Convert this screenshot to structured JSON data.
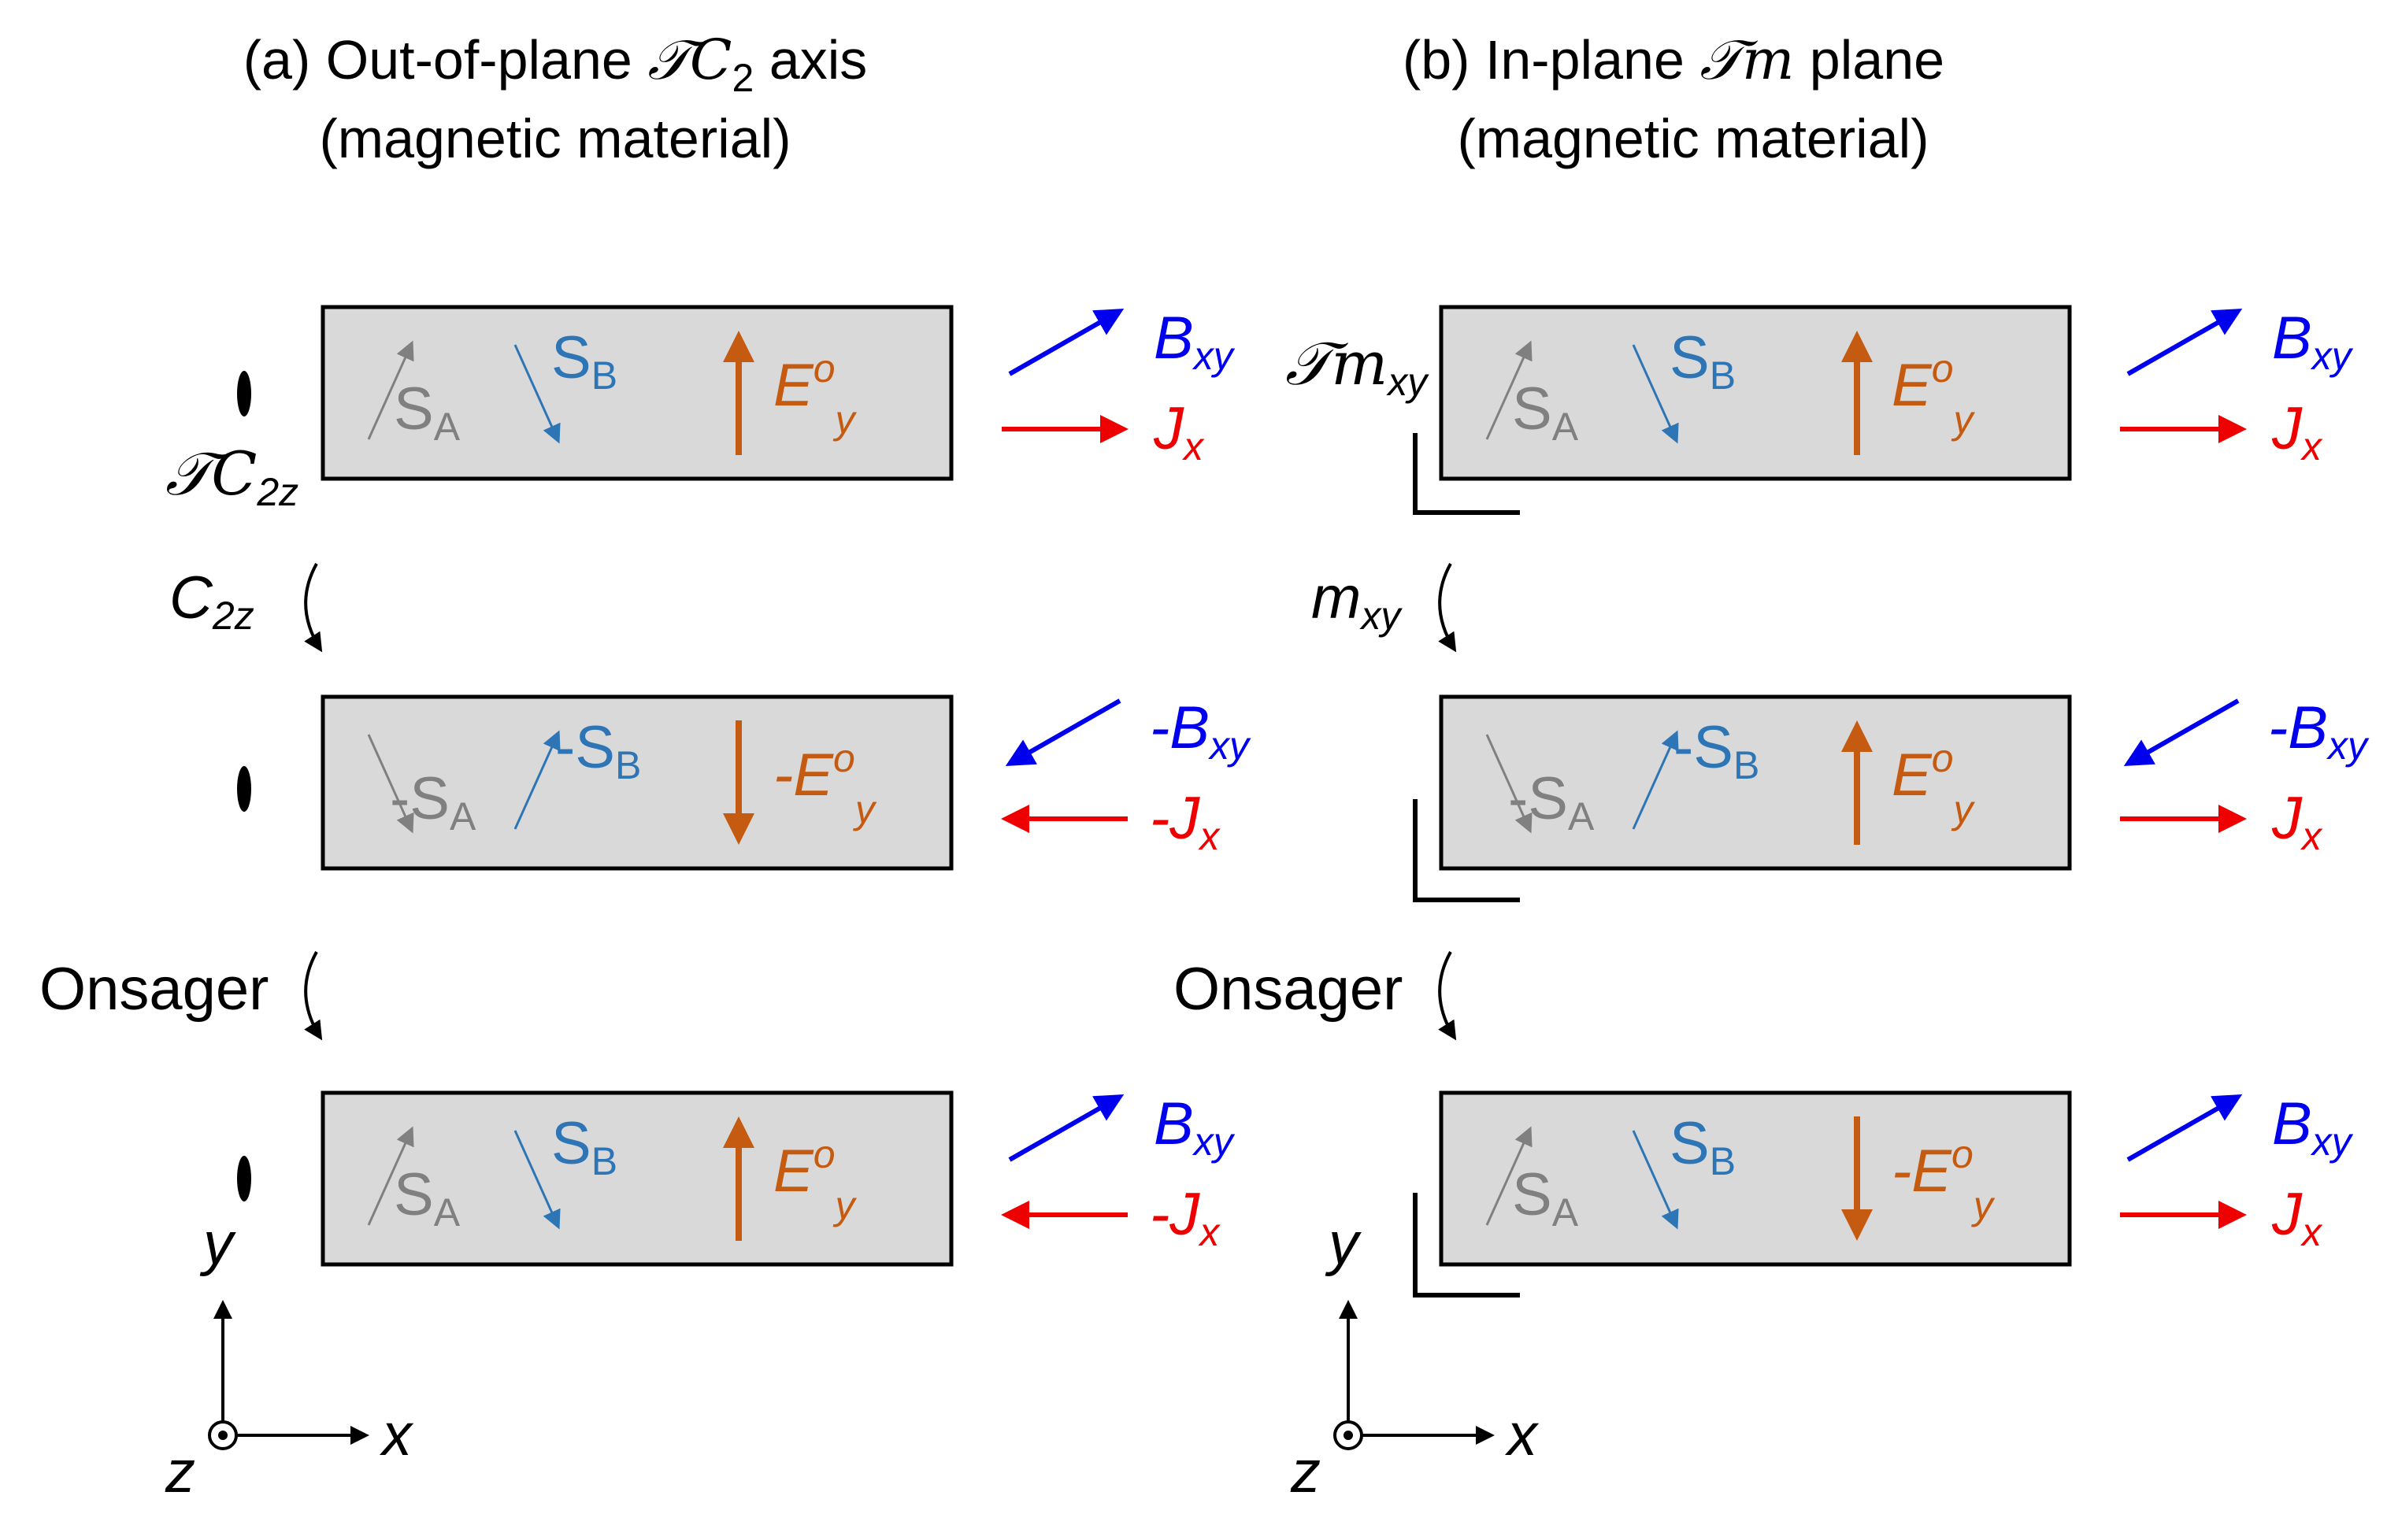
{
  "colors": {
    "box_fill": "#d9d9d9",
    "box_stroke": "#000000",
    "spin_a": "#808080",
    "spin_b": "#2e75b6",
    "e_field": "#c55a11",
    "b_field": "#0000ee",
    "current": "#ee0000",
    "text": "#000000"
  },
  "icons": {
    "axis_marker": "ellipse-icon",
    "mirror_marker": "mirror-plane-icon",
    "curved_arrow": "curved-arrow-icon",
    "out_of_page": "out-of-page-dot-icon"
  },
  "panel_a": {
    "title_line1_pre": "(a) Out-of-plane ",
    "title_line1_sym": "𝒯C",
    "title_line1_sub": "2",
    "title_line1_post": " axis",
    "title_line2": "(magnetic material)",
    "symmetry_label": {
      "main": "𝒯C",
      "sub": "2z"
    },
    "op1_label": {
      "main": "C",
      "sub": "2z"
    },
    "op2_label": "Onsager",
    "rows": [
      {
        "sa": {
          "sign": "",
          "main": "S",
          "sub": "A",
          "dir": "up"
        },
        "sb": {
          "sign": "",
          "main": "S",
          "sub": "B",
          "dir": "down"
        },
        "e": {
          "sign": "",
          "main": "E",
          "sup": "o",
          "sub": "y",
          "dir": "up"
        },
        "b": {
          "sign": "",
          "main": "B",
          "sub": "xy",
          "dir": "up"
        },
        "j": {
          "sign": "",
          "main": "J",
          "sub": "x",
          "dir": "right"
        }
      },
      {
        "sa": {
          "sign": "-",
          "main": "S",
          "sub": "A",
          "dir": "down"
        },
        "sb": {
          "sign": "-",
          "main": "S",
          "sub": "B",
          "dir": "up"
        },
        "e": {
          "sign": "-",
          "main": "E",
          "sup": "o",
          "sub": "y",
          "dir": "down"
        },
        "b": {
          "sign": "-",
          "main": "B",
          "sub": "xy",
          "dir": "down"
        },
        "j": {
          "sign": "-",
          "main": "J",
          "sub": "x",
          "dir": "left"
        }
      },
      {
        "sa": {
          "sign": "",
          "main": "S",
          "sub": "A",
          "dir": "up"
        },
        "sb": {
          "sign": "",
          "main": "S",
          "sub": "B",
          "dir": "down"
        },
        "e": {
          "sign": "",
          "main": "E",
          "sup": "o",
          "sub": "y",
          "dir": "up"
        },
        "b": {
          "sign": "",
          "main": "B",
          "sub": "xy",
          "dir": "up"
        },
        "j": {
          "sign": "-",
          "main": "J",
          "sub": "x",
          "dir": "left"
        }
      }
    ],
    "axes": {
      "y": "y",
      "x": "x",
      "z": "z"
    }
  },
  "panel_b": {
    "title_line1_pre": "(b) In-plane ",
    "title_line1_sym": "𝒯m",
    "title_line1_post": " plane",
    "title_line2": "(magnetic material)",
    "symmetry_label": {
      "main": "𝒯m",
      "sub": "xy"
    },
    "op1_label": {
      "main": "m",
      "sub": "xy"
    },
    "op2_label": "Onsager",
    "rows": [
      {
        "sa": {
          "sign": "",
          "main": "S",
          "sub": "A",
          "dir": "up"
        },
        "sb": {
          "sign": "",
          "main": "S",
          "sub": "B",
          "dir": "down"
        },
        "e": {
          "sign": "",
          "main": "E",
          "sup": "o",
          "sub": "y",
          "dir": "up"
        },
        "b": {
          "sign": "",
          "main": "B",
          "sub": "xy",
          "dir": "up"
        },
        "j": {
          "sign": "",
          "main": "J",
          "sub": "x",
          "dir": "right"
        }
      },
      {
        "sa": {
          "sign": "-",
          "main": "S",
          "sub": "A",
          "dir": "down"
        },
        "sb": {
          "sign": "-",
          "main": "S",
          "sub": "B",
          "dir": "up"
        },
        "e": {
          "sign": "",
          "main": "E",
          "sup": "o",
          "sub": "y",
          "dir": "up"
        },
        "b": {
          "sign": "-",
          "main": "B",
          "sub": "xy",
          "dir": "down"
        },
        "j": {
          "sign": "",
          "main": "J",
          "sub": "x",
          "dir": "right"
        }
      },
      {
        "sa": {
          "sign": "",
          "main": "S",
          "sub": "A",
          "dir": "up"
        },
        "sb": {
          "sign": "",
          "main": "S",
          "sub": "B",
          "dir": "down"
        },
        "e": {
          "sign": "-",
          "main": "E",
          "sup": "o",
          "sub": "y",
          "dir": "down"
        },
        "b": {
          "sign": "",
          "main": "B",
          "sub": "xy",
          "dir": "up"
        },
        "j": {
          "sign": "",
          "main": "J",
          "sub": "x",
          "dir": "right"
        }
      }
    ],
    "axes": {
      "y": "y",
      "x": "x",
      "z": "z"
    }
  }
}
